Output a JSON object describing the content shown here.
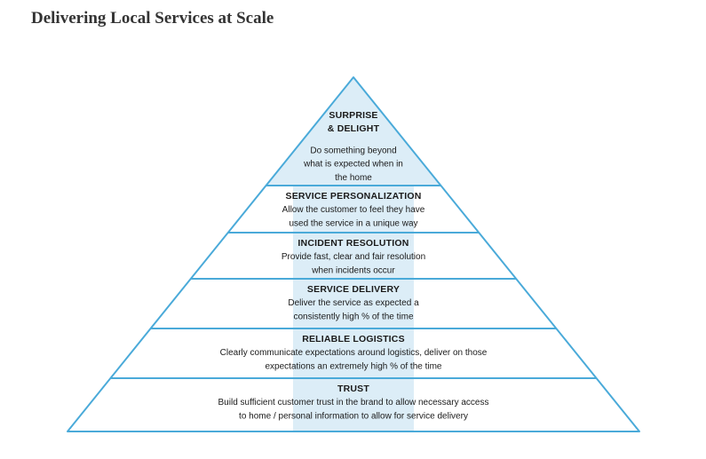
{
  "title": "Delivering Local Services at Scale",
  "colors": {
    "outline": "#4aaad9",
    "band": "#dcedf7",
    "apex": "#dcedf7",
    "text": "#1a1a1a"
  },
  "tiers": [
    {
      "title_lines": [
        "SURPRISE",
        "& DELIGHT"
      ],
      "desc_lines": [
        "Do something beyond",
        "what is expected when in",
        "the home"
      ]
    },
    {
      "title_lines": [
        "SERVICE PERSONALIZATION"
      ],
      "desc_lines": [
        "Allow the customer to feel they have",
        "used the service in a unique way"
      ]
    },
    {
      "title_lines": [
        "INCIDENT RESOLUTION"
      ],
      "desc_lines": [
        "Provide fast, clear and fair resolution",
        "when incidents occur"
      ]
    },
    {
      "title_lines": [
        "SERVICE DELIVERY"
      ],
      "desc_lines": [
        "Deliver the service as expected a",
        "consistently high % of the time"
      ]
    },
    {
      "title_lines": [
        "RELIABLE LOGISTICS"
      ],
      "desc_lines": [
        "Clearly communicate expectations around logistics, deliver on those",
        "expectations an extremely high % of the time"
      ]
    },
    {
      "title_lines": [
        "TRUST"
      ],
      "desc_lines": [
        "Build sufficient customer trust in the brand to allow necessary access",
        "to home / personal information to allow for service delivery"
      ]
    }
  ]
}
